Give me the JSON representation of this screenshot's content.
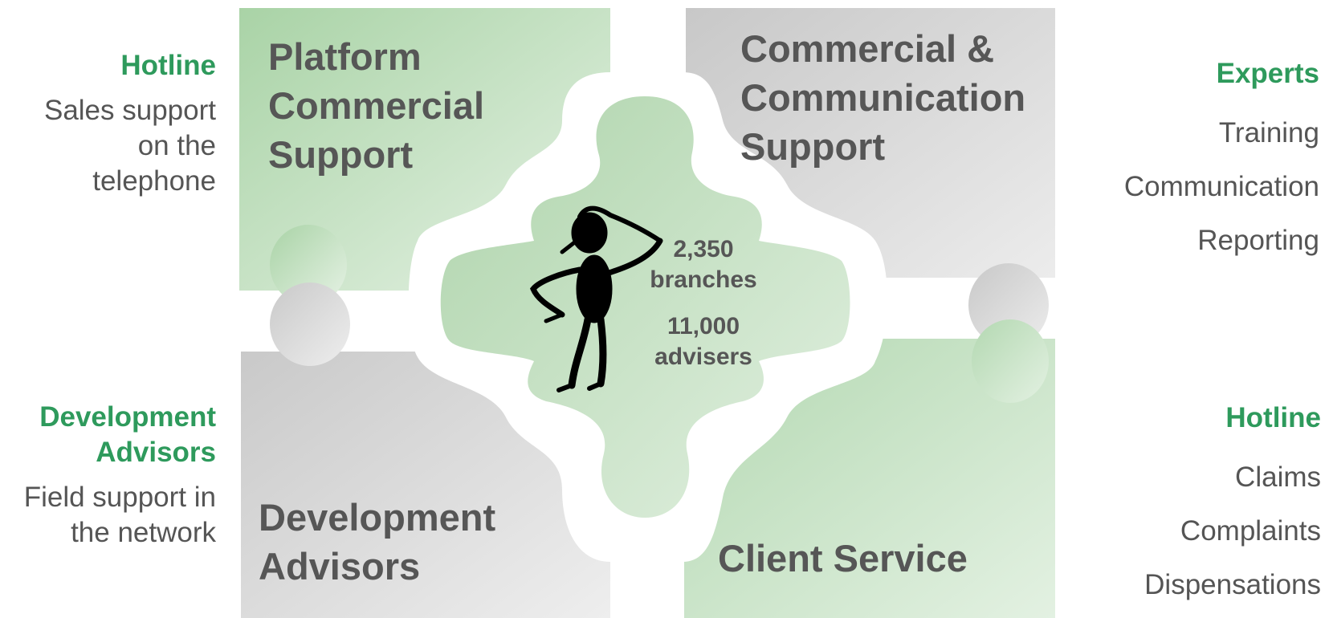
{
  "left_top": {
    "heading": "Hotline",
    "lines": [
      "Sales support",
      "on the",
      "telephone"
    ]
  },
  "left_bottom": {
    "heading_lines": [
      "Development",
      "Advisors"
    ],
    "lines": [
      "Field support in",
      "the network"
    ]
  },
  "right_top": {
    "heading": "Experts",
    "lines": [
      "Training",
      "Communication",
      "Reporting"
    ]
  },
  "right_bottom": {
    "heading": "Hotline",
    "lines": [
      "Claims",
      "Complaints",
      "Dispensations"
    ]
  },
  "pieces": {
    "top_left": [
      "Platform",
      "Commercial",
      "Support"
    ],
    "top_right": [
      "Commercial &",
      "Communication",
      "Support"
    ],
    "bottom_left": [
      "Development",
      "Advisors"
    ],
    "bottom_right": [
      "Client Service"
    ]
  },
  "center": {
    "stat1_value": "2,350",
    "stat1_label": "branches",
    "stat2_value": "11,000",
    "stat2_label": "advisers"
  },
  "colors": {
    "accent_green": "#2e9a5c",
    "piece_green": "#b7d9b6",
    "piece_gray": "#cdcdcd",
    "text_gray": "#565656"
  },
  "icons": {
    "center_figure": "thinking-person-icon"
  }
}
